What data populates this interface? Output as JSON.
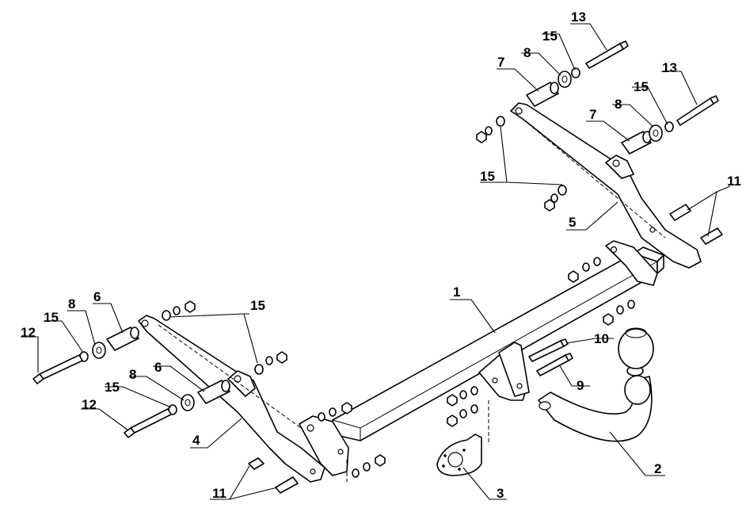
{
  "callouts": [
    {
      "id": "c1",
      "text": "1"
    },
    {
      "id": "c2",
      "text": "2"
    },
    {
      "id": "c3",
      "text": "3"
    },
    {
      "id": "c4",
      "text": "4"
    },
    {
      "id": "c5",
      "text": "5"
    },
    {
      "id": "c6a",
      "text": "6"
    },
    {
      "id": "c6b",
      "text": "6"
    },
    {
      "id": "c7a",
      "text": "7"
    },
    {
      "id": "c7b",
      "text": "7"
    },
    {
      "id": "c8a",
      "text": "8"
    },
    {
      "id": "c8b",
      "text": "8"
    },
    {
      "id": "c8c",
      "text": "8"
    },
    {
      "id": "c8d",
      "text": "8"
    },
    {
      "id": "c9",
      "text": "9"
    },
    {
      "id": "c10",
      "text": "10"
    },
    {
      "id": "c11a",
      "text": "11"
    },
    {
      "id": "c11b",
      "text": "11"
    },
    {
      "id": "c12a",
      "text": "12"
    },
    {
      "id": "c12b",
      "text": "12"
    },
    {
      "id": "c13a",
      "text": "13"
    },
    {
      "id": "c13b",
      "text": "13"
    },
    {
      "id": "c15a",
      "text": "15"
    },
    {
      "id": "c15b",
      "text": "15"
    },
    {
      "id": "c15c",
      "text": "15"
    },
    {
      "id": "c15d",
      "text": "15"
    },
    {
      "id": "c15e",
      "text": "15"
    },
    {
      "id": "c15f",
      "text": "15"
    }
  ]
}
